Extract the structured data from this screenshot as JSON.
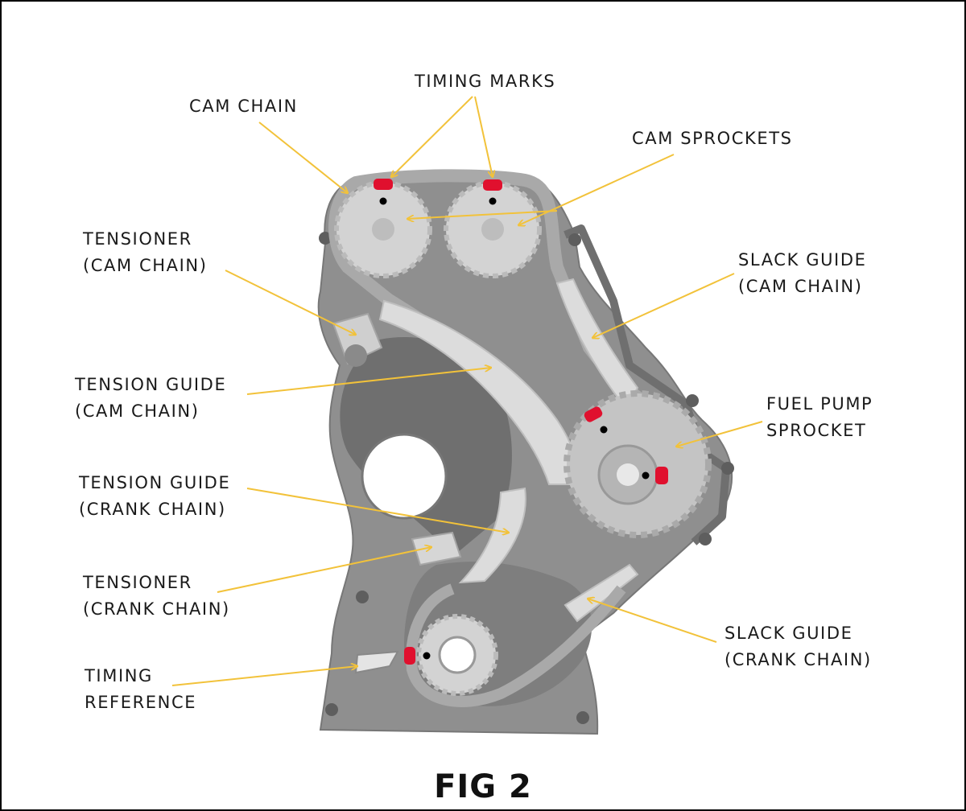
{
  "figure_caption": "FIG 2",
  "labels": {
    "cam_chain": [
      "CAM CHAIN"
    ],
    "timing_marks": [
      "TIMING MARKS"
    ],
    "cam_sprockets": [
      "CAM SPROCKETS"
    ],
    "tensioner_cam": [
      "TENSIONER",
      "(CAM CHAIN)"
    ],
    "slack_guide_cam": [
      "SLACK GUIDE",
      "(CAM CHAIN)"
    ],
    "tension_guide_cam": [
      "TENSION GUIDE",
      "(CAM CHAIN)"
    ],
    "fuel_pump_sprocket": [
      "FUEL PUMP",
      "SPROCKET"
    ],
    "tension_guide_crank": [
      "TENSION GUIDE",
      "(CRANK CHAIN)"
    ],
    "tensioner_crank": [
      "TENSIONER",
      "(CRANK CHAIN)"
    ],
    "slack_guide_crank": [
      "SLACK GUIDE",
      "(CRANK CHAIN)"
    ],
    "timing_reference": [
      "TIMING",
      "REFERENCE"
    ]
  },
  "colors": {
    "leader_line": "#f2c23a",
    "timing_mark": "#e0102e",
    "timing_dot": "#000000",
    "housing": "#8f8f8f",
    "housing_dark": "#6f6f6f",
    "sprocket": "#d3d3d3",
    "guide": "#dcdcdc",
    "background": "#ffffff"
  }
}
